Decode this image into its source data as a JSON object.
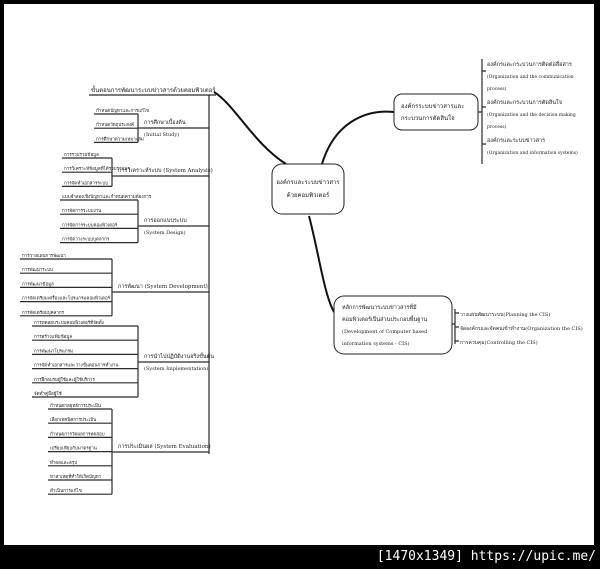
{
  "center": {
    "line1": "องค์กรและระบบข่าวสาร",
    "line2": "ด้วยคอมพิวเตอร์"
  },
  "top_right": {
    "line1": "องค์กรระบบข่าวสารและ",
    "line2": "กระบวนการตัดสินใจ",
    "items": [
      {
        "th": "องค์กรและกระบวนการติดต่อสื่อสาร",
        "en1": "(Organization and the communication",
        "en2": "process)"
      },
      {
        "th": "องค์กรและกระบวนการตัดสินใจ",
        "en1": "(Organization and the decision making",
        "en2": "process)"
      },
      {
        "th": "องค์กรและระบบข่าวสาร",
        "en1": "(Organization and information systems)",
        "en2": ""
      }
    ]
  },
  "bottom_right": {
    "lines": [
      "หลักการพัฒนาระบบข่าวสารที่มี",
      "คอมพิวเตอร์เป็นส่วนประกอบพื้นฐาน",
      "(Development of Computer based",
      "information systems - CIS)"
    ],
    "items": [
      "วางแผนพัฒนาระบบ(Planning the CIS)",
      "จัดองค์กรและจัดคนเข้าทำงาน(Organization the CIS)",
      "การควบคุม(Controlling the CIS)"
    ]
  },
  "left": {
    "title": "ขั้นตอนการพัฒนาระบบข่าวสารด้วยคอมพิวเตอร์",
    "stages": [
      {
        "label1": "การศึกษาเบื้องต้น",
        "label2": "(Initial Study)",
        "items": [
          "กำหนดปัญหาและการแก้ไข",
          "กำหนดวัตถุประสงค์",
          "การศึกษาความเหมาะสม"
        ]
      },
      {
        "label1": "การวิเคราะห์ระบบ (System Analysis)",
        "label2": "",
        "items": [
          "การรวบรวมข้อมูล",
          "การวิเคราะห์ข้อมูลที่ได้รวบรวมมา",
          "การจัดทำเอกสารระบบ"
        ]
      },
      {
        "label1": "การออกแบบระบบ",
        "label2": "(System Design)",
        "items": [
          "แบบจำลองเชิงปัญหาและกำหนดความต้องการ",
          "การจัดการระบบงาน",
          "การจัดการระบบคอมพิวเตอร์",
          "การจัดวางระบบบุคลากร"
        ]
      },
      {
        "label1": "การพัฒนา (System Development)",
        "label2": "",
        "items": [
          "การวางแผนการพัฒนา",
          "การพัฒนาระบบ",
          "การพัฒนาข้อมูล",
          "การจัดเตรียมเครื่องและโปรแกรมคอมพิวเตอร์",
          "การจัดเตรียมบุคลากร"
        ]
      },
      {
        "label1": "การนำไปปฏิบัติงานจริงขั้นต้น",
        "label2": "(System Implementation)",
        "items": [
          "การทดสอบระบบคอมพิวเตอร์ที่จัดตั้ง",
          "การสร้างแฟ้มข้อมูล",
          "การพัฒนาโปรแกรม",
          "การจัดทำเอกสารและวางขั้นตอนการทำงาน",
          "การฝึกอบรมผู้ใช้และผู้ใช้บริการ",
          "จัดทำคู่มือผู้ใช้"
        ]
      },
      {
        "label1": "การประเมินผล (System Evaluation)",
        "label2": "",
        "items": [
          "กำหนดกลยุทธ์การประเมิน",
          "เลือกเทคนิคการประเมิน",
          "กำหนดการวัดผลการทดสอบ",
          "เปรียบเทียบกับมาตรฐาน",
          "ทำผลและสรุป",
          "หาสาเหตุที่ทำให้เกิดปัญหา",
          "ดำเนินการแก้ไข"
        ]
      }
    ]
  },
  "watermark": "[1470x1349] https://upic.me/"
}
